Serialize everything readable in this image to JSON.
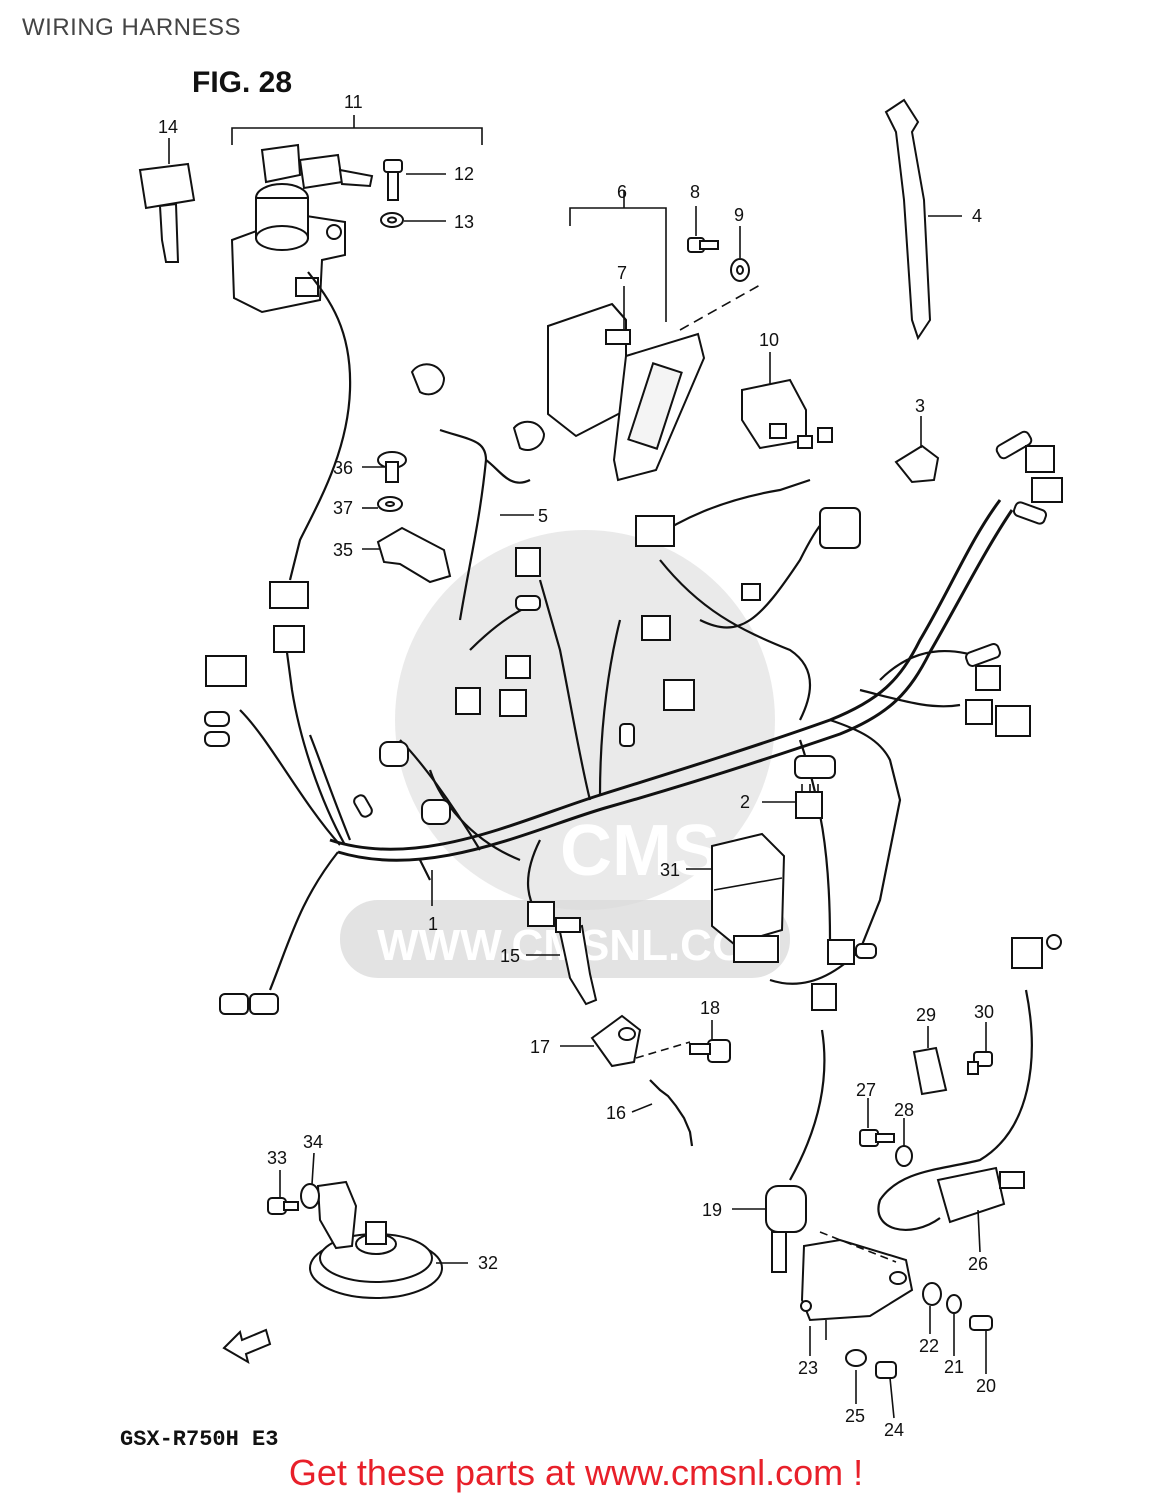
{
  "page": {
    "title": "WIRING HARNESS",
    "figure": "FIG. 28",
    "model": "GSX-R750H E3",
    "cta": "Get these parts at www.cmsnl.com !",
    "fwd_label": "FWD"
  },
  "watermark": {
    "brand": "CMS",
    "url": "WWW.CMSNL.COM"
  },
  "callouts": [
    {
      "num": "1"
    },
    {
      "num": "2"
    },
    {
      "num": "3"
    },
    {
      "num": "4"
    },
    {
      "num": "5"
    },
    {
      "num": "6"
    },
    {
      "num": "7"
    },
    {
      "num": "8"
    },
    {
      "num": "9"
    },
    {
      "num": "10"
    },
    {
      "num": "11"
    },
    {
      "num": "12"
    },
    {
      "num": "13"
    },
    {
      "num": "14"
    },
    {
      "num": "15"
    },
    {
      "num": "16"
    },
    {
      "num": "17"
    },
    {
      "num": "18"
    },
    {
      "num": "19"
    },
    {
      "num": "20"
    },
    {
      "num": "21"
    },
    {
      "num": "22"
    },
    {
      "num": "23"
    },
    {
      "num": "24"
    },
    {
      "num": "25"
    },
    {
      "num": "26"
    },
    {
      "num": "27"
    },
    {
      "num": "28"
    },
    {
      "num": "29"
    },
    {
      "num": "30"
    },
    {
      "num": "31"
    },
    {
      "num": "32"
    },
    {
      "num": "33"
    },
    {
      "num": "34"
    },
    {
      "num": "35"
    },
    {
      "num": "36"
    },
    {
      "num": "37"
    }
  ],
  "colors": {
    "cta": "#e8202a",
    "line": "#111111",
    "watermark": "#d9d9d9"
  }
}
